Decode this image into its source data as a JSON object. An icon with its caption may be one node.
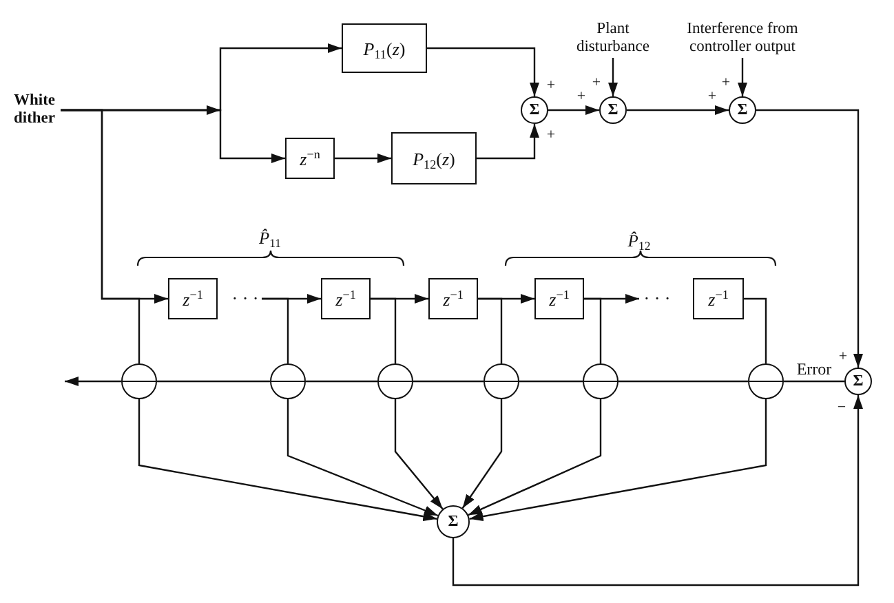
{
  "diagram": {
    "nodes": [
      {
        "text": [
          "White dither"
        ]
      },
      {
        "text": [
          "*P*$_{11}$(*z*)"
        ]
      },
      {
        "text": [
          "Plant disturbance"
        ]
      },
      {
        "text": [
          "Interference from controller output"
        ]
      },
      {
        "text": [
          "Σ"
        ]
      },
      {
        "text": [
          "Σ"
        ]
      },
      {
        "text": [
          "Σ"
        ]
      },
      {
        "text": [
          "*z*$^{−n}$"
        ]
      },
      {
        "text": [
          "*P*$_{12}$(*z*)"
        ]
      },
      {
        "text": [
          "*z*$^{−1}$"
        ]
      },
      {
        "text": [
          "· · ·"
        ]
      },
      {
        "text": [
          "*z*$^{−1}$"
        ]
      },
      {
        "text": [
          "*z*$^{−1}$"
        ]
      },
      {
        "text": [
          "*z*$^{−1}$"
        ]
      },
      {
        "text": [
          "· · ·"
        ]
      },
      {
        "text": [
          "*z*$^{−1}$"
        ]
      },
      {
        "text": [],
        "shape": "circle"
      },
      {
        "text": [],
        "shape": "circle"
      },
      {
        "text": [],
        "shape": "circle"
      },
      {
        "text": [],
        "shape": "circle"
      },
      {
        "text": [],
        "shape": "circle"
      },
      {
        "text": [],
        "shape": "circle"
      },
      {
        "text": [
          "Σ"
        ]
      },
      {
        "text": [
          "Σ"
        ]
      }
    ],
    "edges": [
      {
        "from": 0,
        "to": 1,
        "arrow": "to"
      },
      {
        "from": 0,
        "to": 7,
        "arrow": "to"
      },
      {
        "from": 0,
        "to": 9,
        "arrow": "to"
      },
      {
        "from": 0,
        "to": 16,
        "arrow": "none"
      },
      {
        "from": 7,
        "to": 8,
        "arrow": "to"
      },
      {
        "from": 1,
        "to": 4,
        "arrow": "to"
      },
      {
        "from": 8,
        "to": 4,
        "arrow": "to"
      },
      {
        "from": 4,
        "to": 5,
        "arrow": "to"
      },
      {
        "from": 2,
        "to": 5,
        "arrow": "to"
      },
      {
        "from": 5,
        "to": 6,
        "arrow": "to"
      },
      {
        "from": 3,
        "to": 6,
        "arrow": "to"
      },
      {
        "from": 6,
        "to": 22,
        "arrow": "to"
      },
      {
        "from": 10,
        "to": 11,
        "arrow": "to"
      },
      {
        "from": 10,
        "to": 17,
        "arrow": "none"
      },
      {
        "from": 11,
        "to": 12,
        "arrow": "to"
      },
      {
        "from": 11,
        "to": 18,
        "arrow": "none"
      },
      {
        "from": 12,
        "to": 13,
        "arrow": "to"
      },
      {
        "from": 12,
        "to": 19,
        "arrow": "none"
      },
      {
        "from": 13,
        "to": 14,
        "arrow": "to"
      },
      {
        "from": 13,
        "to": 20,
        "arrow": "none"
      },
      {
        "from": 15,
        "to": 21,
        "arrow": "none"
      },
      {
        "from": 22,
        "to": 21,
        "arrow": "none",
        "label": "Error"
      },
      {
        "from": 21,
        "to": 20,
        "arrow": "none"
      },
      {
        "from": 20,
        "to": 19,
        "arrow": "none"
      },
      {
        "from": 19,
        "to": 18,
        "arrow": "none"
      },
      {
        "from": 18,
        "to": 17,
        "arrow": "none"
      },
      {
        "from": 17,
        "to": 16,
        "arrow": "none"
      },
      {
        "from": 16,
        "to": null,
        "arrow": "to"
      },
      {
        "from": 16,
        "to": 23,
        "arrow": "to"
      },
      {
        "from": 17,
        "to": 23,
        "arrow": "to"
      },
      {
        "from": 18,
        "to": 23,
        "arrow": "to"
      },
      {
        "from": 19,
        "to": 23,
        "arrow": "to"
      },
      {
        "from": 20,
        "to": 23,
        "arrow": "to"
      },
      {
        "from": 21,
        "to": 23,
        "arrow": "to"
      },
      {
        "from": 23,
        "to": 22,
        "arrow": "to"
      }
    ],
    "labels": [
      "+",
      "+",
      "+",
      "+",
      "+",
      "+",
      "*P̂*$_{11}$",
      "*P̂*$_{12}$",
      "+",
      "−"
    ]
  }
}
